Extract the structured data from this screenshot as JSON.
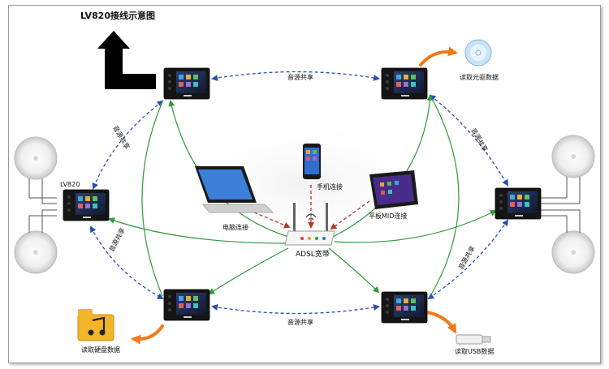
{
  "title": "LV820接线示意图",
  "labels": {
    "share_top": "音源共享",
    "share_bottom": "音源共享",
    "share_left_top": "音源共享",
    "share_left_bottom": "音源共享",
    "share_right_top": "音源共享",
    "share_right_bottom": "音源共享",
    "lv820": "LV820",
    "disc": "读取光驱数据",
    "usb": "读取USB数据",
    "hdd": "读取硬盘数据",
    "pc": "电脑连接",
    "phone": "手机连接",
    "tablet": "平板MID连接",
    "router": "ADSL宽带"
  },
  "colors": {
    "share_link": "#2a4fb0",
    "network_link": "#2e9a3a",
    "device_link": "#b83a2a",
    "data_arrow": "#f07a1a",
    "device_body": "#151515"
  }
}
